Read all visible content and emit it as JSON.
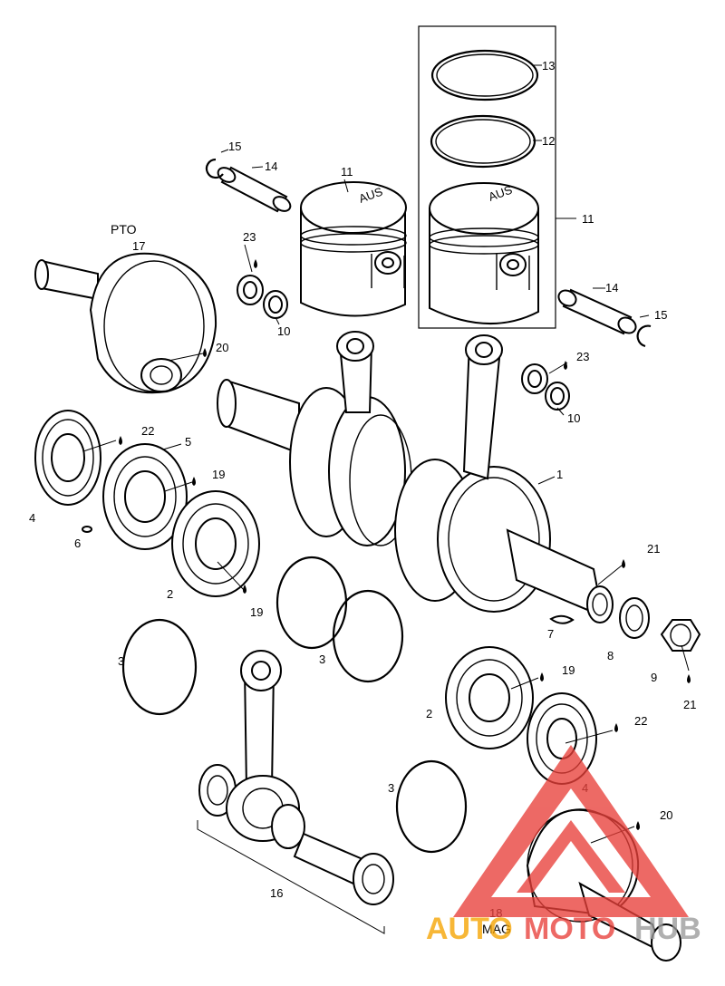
{
  "callouts": {
    "c1": "1",
    "c2a": "2",
    "c2b": "2",
    "c3a": "3",
    "c3b": "3",
    "c3c": "3",
    "c4a": "4",
    "c4b": "4",
    "c5": "5",
    "c6": "6",
    "c7": "7",
    "c8": "8",
    "c9": "9",
    "c10a": "10",
    "c10b": "10",
    "c11a": "11",
    "c11b": "11",
    "c12": "12",
    "c13": "13",
    "c14a": "14",
    "c14b": "14",
    "c15a": "15",
    "c15b": "15",
    "c16": "16",
    "c17": "17",
    "c18": "18",
    "c19a": "19",
    "c19b": "19",
    "c19c": "19",
    "c20a": "20",
    "c20b": "20",
    "c21a": "21",
    "c21b": "21",
    "c22a": "22",
    "c22b": "22",
    "c23a": "23",
    "c23b": "23"
  },
  "side_labels": {
    "pto": "PTO",
    "mag": "MAG"
  },
  "piston_marking": "AUS",
  "watermark": {
    "part1": "AUTO",
    "part2": "MOTO",
    "part3": "HUB",
    "color_red": "#e8403a",
    "color_orange": "#f5a300",
    "color_gray": "#9a9a9a"
  }
}
